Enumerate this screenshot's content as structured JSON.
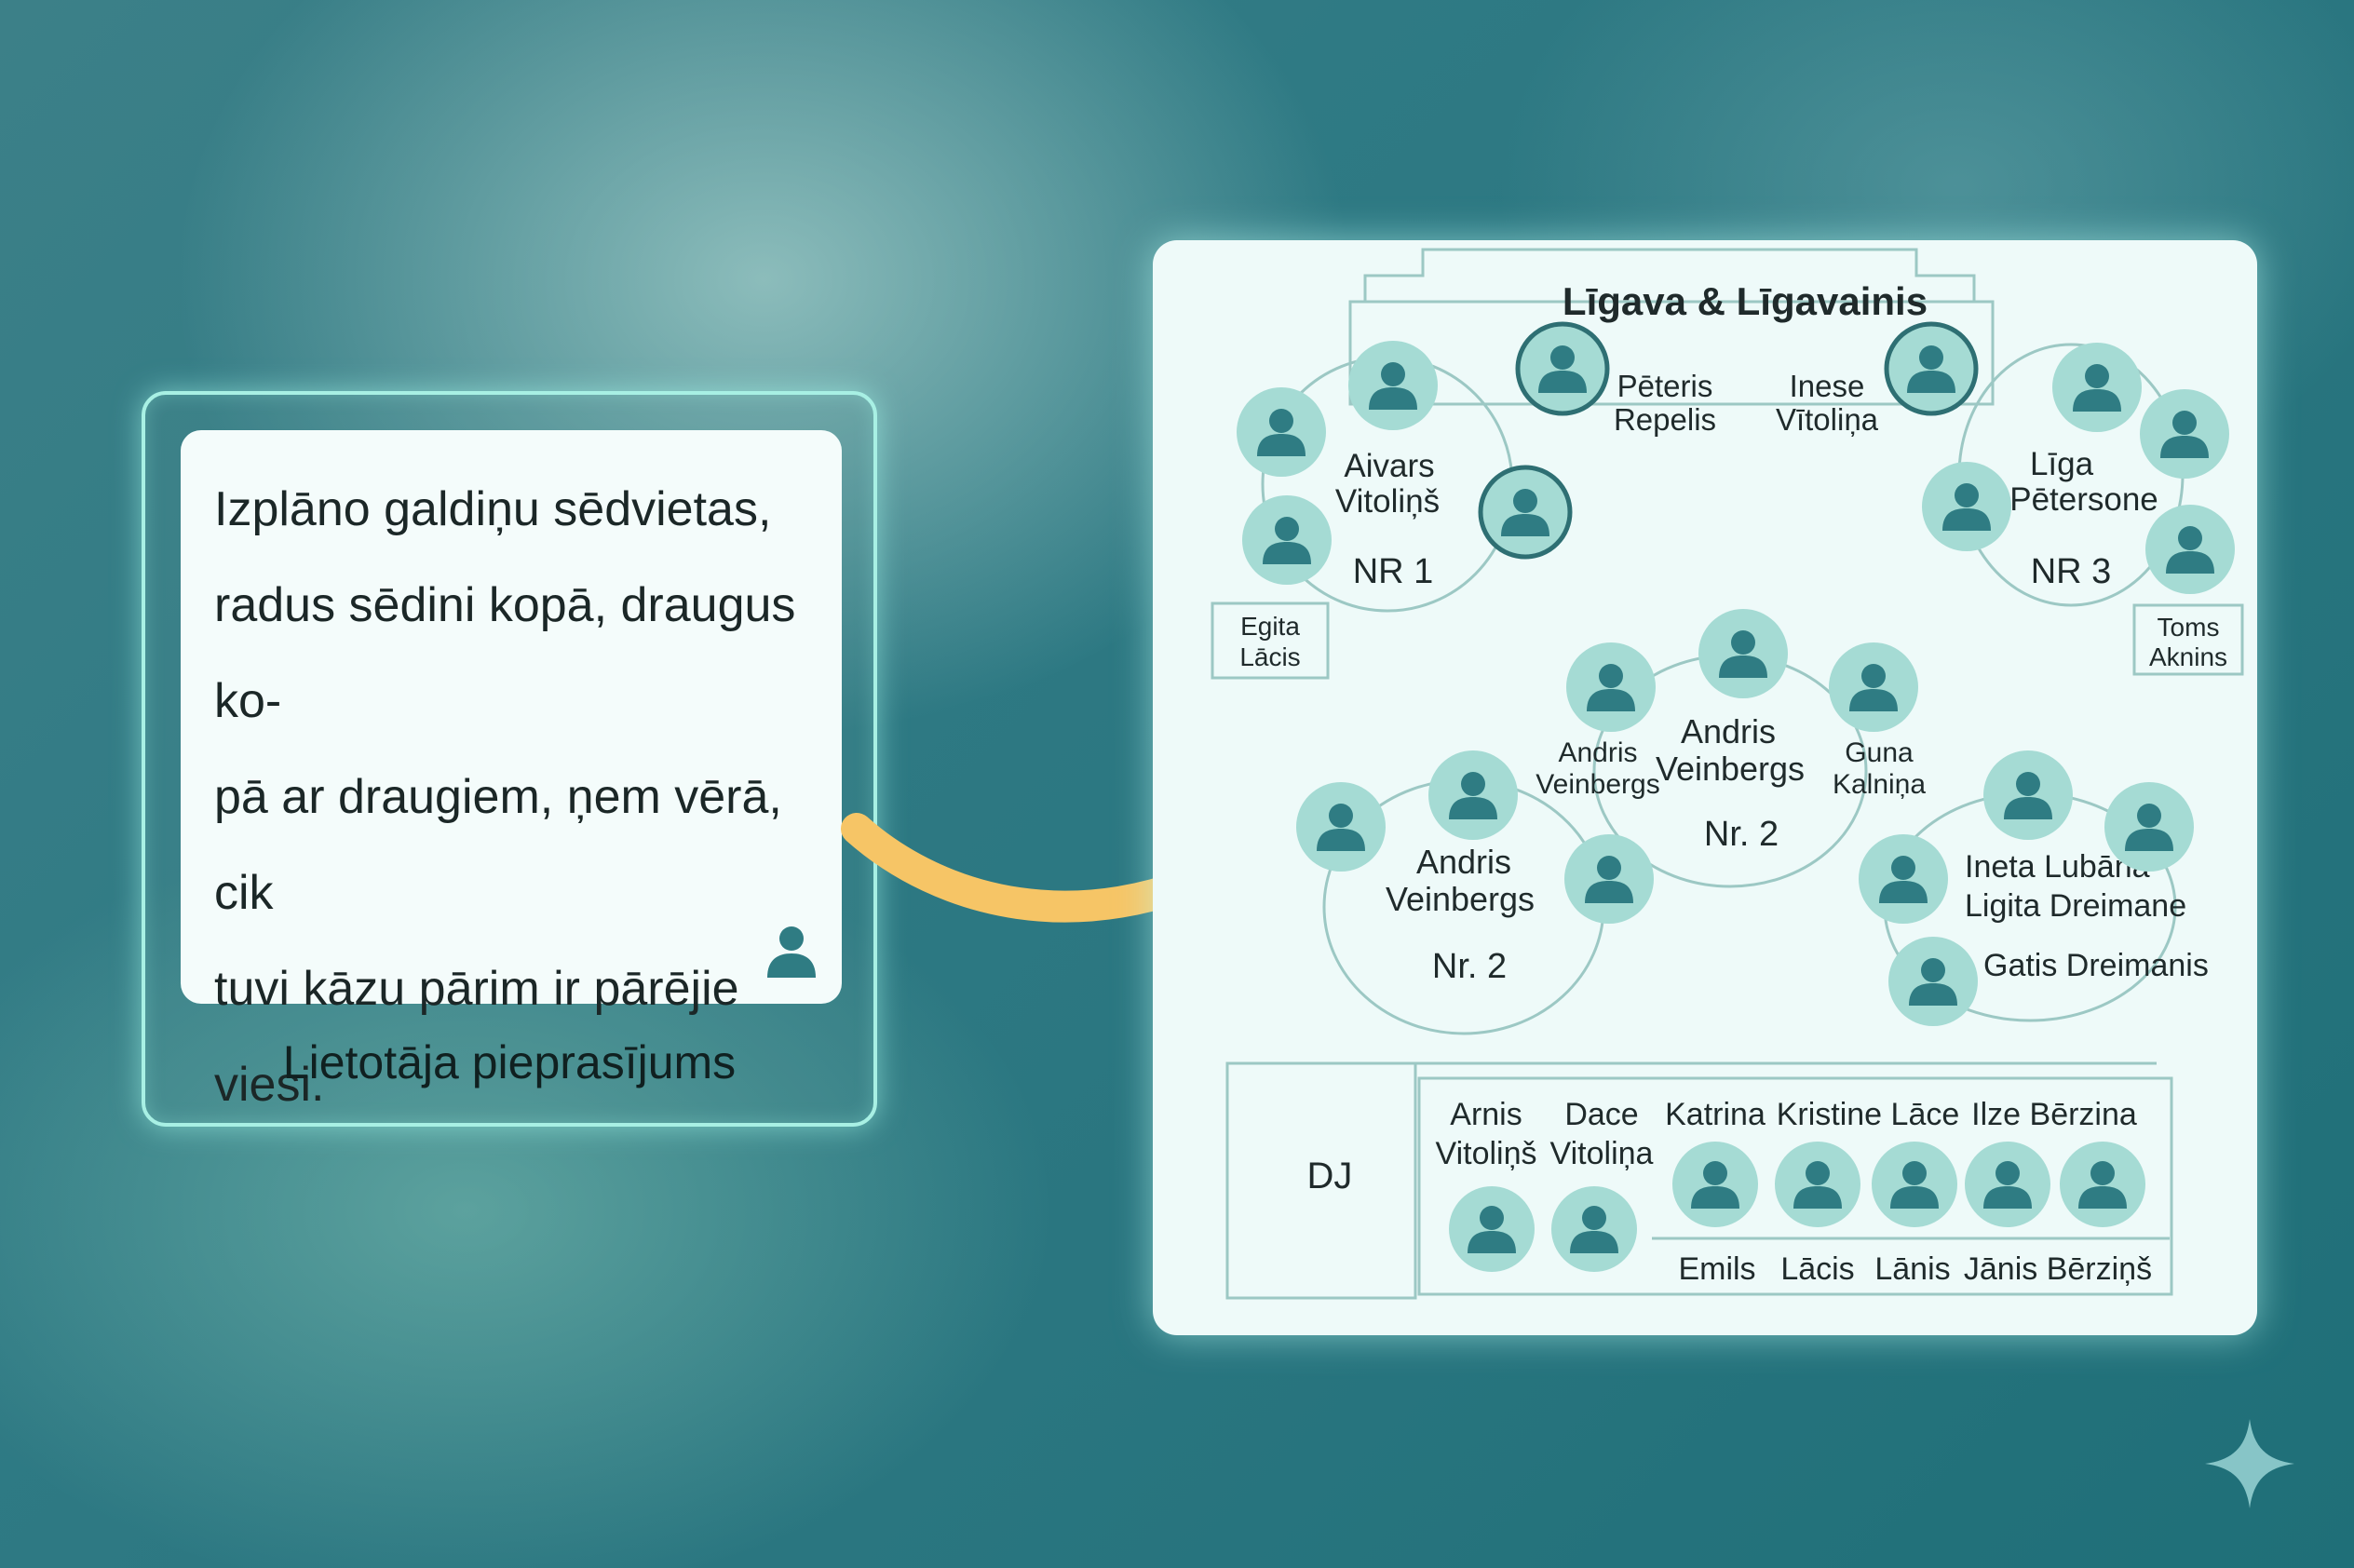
{
  "request": {
    "lines": [
      "Izplāno galdiņu sēdvietas,",
      "radus sēdini kopā, draugus ko-",
      "pā ar draugiem, ņem vērā, cik",
      "tuvi kāzu pārim ir pārējie viesi."
    ],
    "caption": "Lietotāja pieprasījums"
  },
  "seating": {
    "head_table": {
      "title": "Līgava & Līgavainis",
      "left_name": [
        "Pēteris",
        "Repelis"
      ],
      "right_name": [
        "Inese",
        "Vītoliņa"
      ]
    },
    "table_1": {
      "label": "NR 1",
      "guest": [
        "Aivars",
        "Vitoliņš"
      ],
      "side_box": [
        "Egita",
        "Lācis"
      ]
    },
    "table_3": {
      "label": "NR 3",
      "guest": [
        "Līga",
        "Pētersone"
      ],
      "side_box": [
        "Toms",
        "Aknins"
      ]
    },
    "table_2_center": {
      "label": "Nr. 2",
      "guest_main": [
        "Andris",
        "Veinbergs"
      ],
      "guest_left": [
        "Andris",
        "Veinbergs"
      ],
      "guest_right": [
        "Guna",
        "Kalniņa"
      ]
    },
    "table_2_left": {
      "label": "Nr. 2",
      "guest": [
        "Andris",
        "Veinbergs"
      ]
    },
    "table_right": {
      "guests": [
        "Ineta Lubāna",
        "Ligita Dreimane",
        "Gatis Dreimanis"
      ]
    },
    "dj_area": {
      "label": "DJ",
      "top_names": [
        "Arnis",
        "Vitoliņš",
        "Dace",
        "Vitoliņa",
        "Katrina",
        "Kristine Lāce",
        "Ilze Bērzina"
      ],
      "bottom_names": [
        "Emils",
        "Lācis",
        "Lānis",
        "Jānis Bērziņš"
      ]
    }
  },
  "colors": {
    "avatar_fill": "#a5dbd4",
    "avatar_figure": "#2f7c83",
    "highlight_ring": "#2e6f73",
    "arrow": "#f6c566",
    "table_line": "#9cc8c4"
  }
}
